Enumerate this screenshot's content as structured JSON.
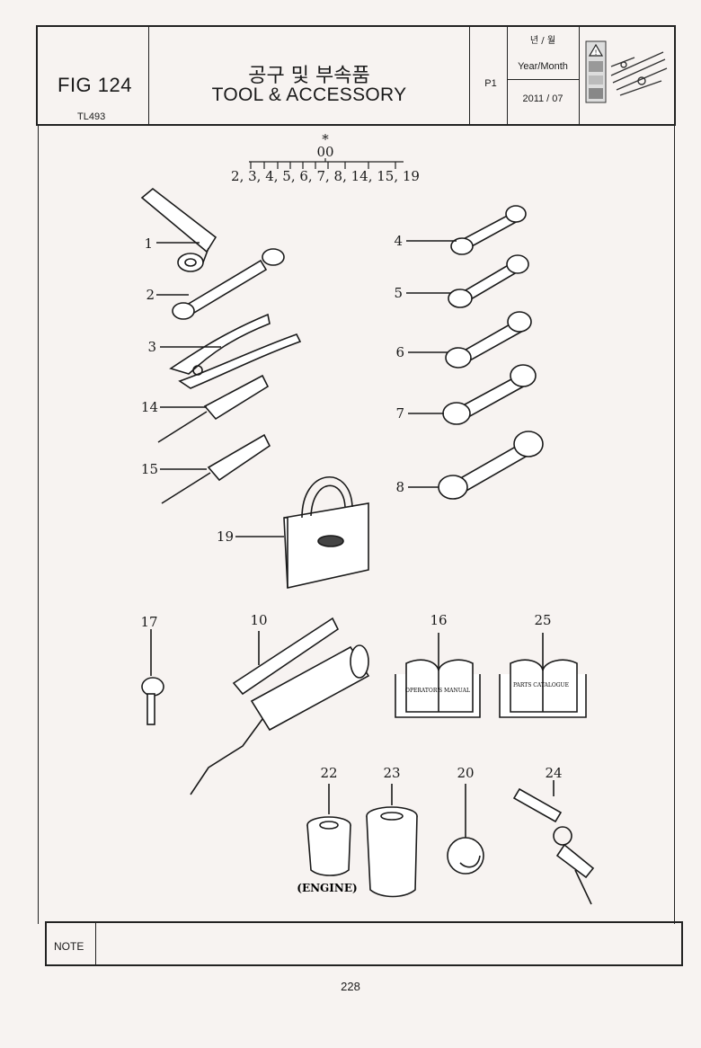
{
  "header": {
    "fig_label": "FIG 124",
    "fig_code": "TL493",
    "title_ko": "공구 및 부속품",
    "title_en": "TOOL & ACCESSORY",
    "page_code": "P1",
    "year_month_ko": "년 / 월",
    "year_month_en": "Year/Month",
    "year_month_value": "2011 / 07"
  },
  "index": {
    "star": "*",
    "group": "00",
    "list": "2, 3, 4, 5, 6, 7, 8, 14, 15, 19"
  },
  "callouts": {
    "c1": "1",
    "c2": "2",
    "c3": "3",
    "c4": "4",
    "c5": "5",
    "c6": "6",
    "c7": "7",
    "c8": "8",
    "c14": "14",
    "c15": "15",
    "c19": "19",
    "c17": "17",
    "c10": "10",
    "c16": "16",
    "c25": "25",
    "c22": "22",
    "c23": "23",
    "c20": "20",
    "c24": "24"
  },
  "book_labels": {
    "operators_manual": "OPERATOR'S MANUAL",
    "parts_catalogue": "PARTS CATALOGUE"
  },
  "engine_label": "(ENGINE)",
  "note": {
    "label": "NOTE"
  },
  "footer": {
    "page_number": "228"
  },
  "icons": [
    "warning-triangle-icon",
    "tools-thumbnail-icon"
  ]
}
